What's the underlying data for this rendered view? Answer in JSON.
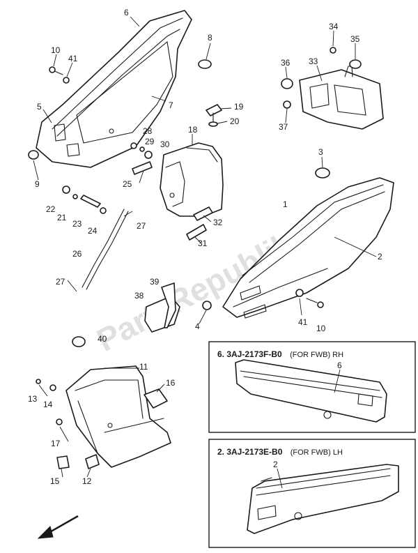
{
  "watermark": "PartsRepublik",
  "callouts": {
    "c1": "6",
    "c2": "8",
    "c3": "10",
    "c4": "41",
    "c5": "7",
    "c6": "5",
    "c7": "9",
    "c8": "19",
    "c9": "20",
    "c10": "18",
    "c11": "28",
    "c12": "29",
    "c13": "30",
    "c14": "25",
    "c15": "22",
    "c16": "21",
    "c17": "23",
    "c18": "24",
    "c19": "27",
    "c20": "26",
    "c21": "27",
    "c22": "32",
    "c23": "31",
    "c24": "34",
    "c25": "35",
    "c26": "36",
    "c27": "33",
    "c28": "37",
    "c29": "3",
    "c30": "1",
    "c31": "2",
    "c32": "39",
    "c33": "38",
    "c34": "4",
    "c35": "41",
    "c36": "10",
    "c37": "40",
    "c38": "11",
    "c39": "16",
    "c40": "13",
    "c41": "14",
    "c42": "17",
    "c43": "15",
    "c44": "12",
    "c45": "6",
    "c46": "2"
  },
  "variant_boxes": {
    "rh": {
      "title": "6. 3AJ-2173F-B0",
      "note": "(FOR FWB) RH"
    },
    "lh": {
      "title": "2. 3AJ-2173E-B0",
      "note": "(FOR FWB) LH"
    }
  },
  "icons": {
    "direction_arrow": "arrow-down-left-icon"
  }
}
